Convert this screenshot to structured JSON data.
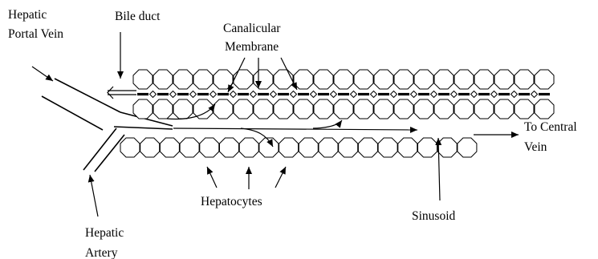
{
  "diagram": {
    "labels": {
      "hepatic_portal_vein_line1": "Hepatic",
      "hepatic_portal_vein_line2": "Portal Vein",
      "bile_duct": "Bile duct",
      "canalicular_line1": "Canalicular",
      "canalicular_line2": "Membrane",
      "to_central_line1": "To Central",
      "to_central_line2": "Vein",
      "hepatocytes": "Hepatocytes",
      "sinusoid": "Sinusoid",
      "hepatic_artery_line1": "Hepatic",
      "hepatic_artery_line2": "Artery"
    }
  }
}
